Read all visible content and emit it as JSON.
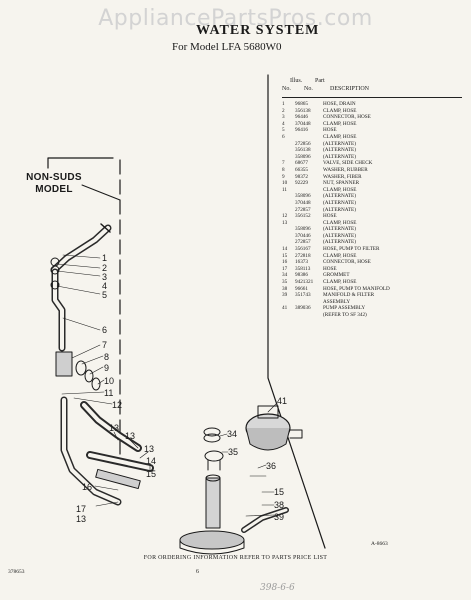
{
  "watermark": "AppliancePartsPros.com",
  "header": {
    "title": "WATER SYSTEM",
    "subtitle": "For Model LFA 5680W0"
  },
  "parts_table": {
    "head_illus": "Illus.",
    "head_no": "No.",
    "head_part": "Part",
    "head_no2": "No.",
    "head_description": "DESCRIPTION",
    "rows": [
      {
        "illus": "1",
        "part": "96865",
        "desc": "HOSE, DRAIN"
      },
      {
        "illus": "2",
        "part": "356138",
        "desc": "CLAMP, HOSE"
      },
      {
        "illus": "3",
        "part": "96446",
        "desc": "CONNECTOR, HOSE"
      },
      {
        "illus": "4",
        "part": "370448",
        "desc": "CLAMP, HOSE"
      },
      {
        "illus": "5",
        "part": "96416",
        "desc": "HOSE"
      },
      {
        "illus": "6",
        "part": "",
        "desc": "CLAMP, HOSE"
      },
      {
        "illus": "",
        "part": "272856",
        "desc": "(ALTERNATE)"
      },
      {
        "illus": "",
        "part": "356138",
        "desc": "(ALTERNATE)"
      },
      {
        "illus": "",
        "part": "358096",
        "desc": "(ALTERNATE)"
      },
      {
        "illus": "7",
        "part": "68677",
        "desc": "VALVE, SIDE CHECK"
      },
      {
        "illus": "8",
        "part": "66355",
        "desc": "WASHER, RUBBER"
      },
      {
        "illus": "9",
        "part": "98372",
        "desc": "WASHER, FIBER"
      },
      {
        "illus": "10",
        "part": "92229",
        "desc": "NUT, SPANNER"
      },
      {
        "illus": "11",
        "part": "",
        "desc": "CLAMP, HOSE"
      },
      {
        "illus": "",
        "part": "358096",
        "desc": "(ALTERNATE)"
      },
      {
        "illus": "",
        "part": "370448",
        "desc": "(ALTERNATE)"
      },
      {
        "illus": "",
        "part": "272857",
        "desc": "(ALTERNATE)"
      },
      {
        "illus": "12",
        "part": "356152",
        "desc": "HOSE"
      },
      {
        "illus": "13",
        "part": "",
        "desc": "CLAMP, HOSE"
      },
      {
        "illus": "",
        "part": "358096",
        "desc": "(ALTERNATE)"
      },
      {
        "illus": "",
        "part": "370446",
        "desc": "(ALTERNATE)"
      },
      {
        "illus": "",
        "part": "272857",
        "desc": "(ALTERNATE)"
      },
      {
        "illus": "14",
        "part": "356167",
        "desc": "HOSE, PUMP TO FILTER"
      },
      {
        "illus": "15",
        "part": "272818",
        "desc": "CLAMP, HOSE"
      },
      {
        "illus": "16",
        "part": "16373",
        "desc": "CONNECTOR, HOSE"
      },
      {
        "illus": "17",
        "part": "358113",
        "desc": "HOSE"
      },
      {
        "illus": "34",
        "part": "98386",
        "desc": "GROMMET"
      },
      {
        "illus": "35",
        "part": "9421321",
        "desc": "CLAMP, HOSE"
      },
      {
        "illus": "38",
        "part": "96661",
        "desc": "HOSE, PUMP TO MANIFOLD"
      },
      {
        "illus": "39",
        "part": "351743",
        "desc": "MANIFOLD & FILTER"
      },
      {
        "illus": "",
        "part": "",
        "desc": "ASSEMBLY"
      },
      {
        "illus": "41",
        "part": "389036",
        "desc": "PUMP ASSEMBLY"
      },
      {
        "illus": "",
        "part": "",
        "desc": "(REFER TO SF 342)"
      }
    ]
  },
  "diagram": {
    "model_label_line1": "NON-SUDS",
    "model_label_line2": "MODEL",
    "callouts": [
      "1",
      "2",
      "3",
      "4",
      "5",
      "6",
      "7",
      "8",
      "9",
      "10",
      "11",
      "12",
      "13",
      "13",
      "13",
      "14",
      "15",
      "16",
      "17",
      "13",
      "41",
      "34",
      "35",
      "36",
      "15",
      "38",
      "39"
    ]
  },
  "footer": {
    "ordering_note": "FOR ORDERING INFORMATION REFER TO PARTS PRICE LIST",
    "figure_number": "A-8663",
    "page_number": "6",
    "doc_code": "378653",
    "handwritten_note": "398-6-6"
  }
}
